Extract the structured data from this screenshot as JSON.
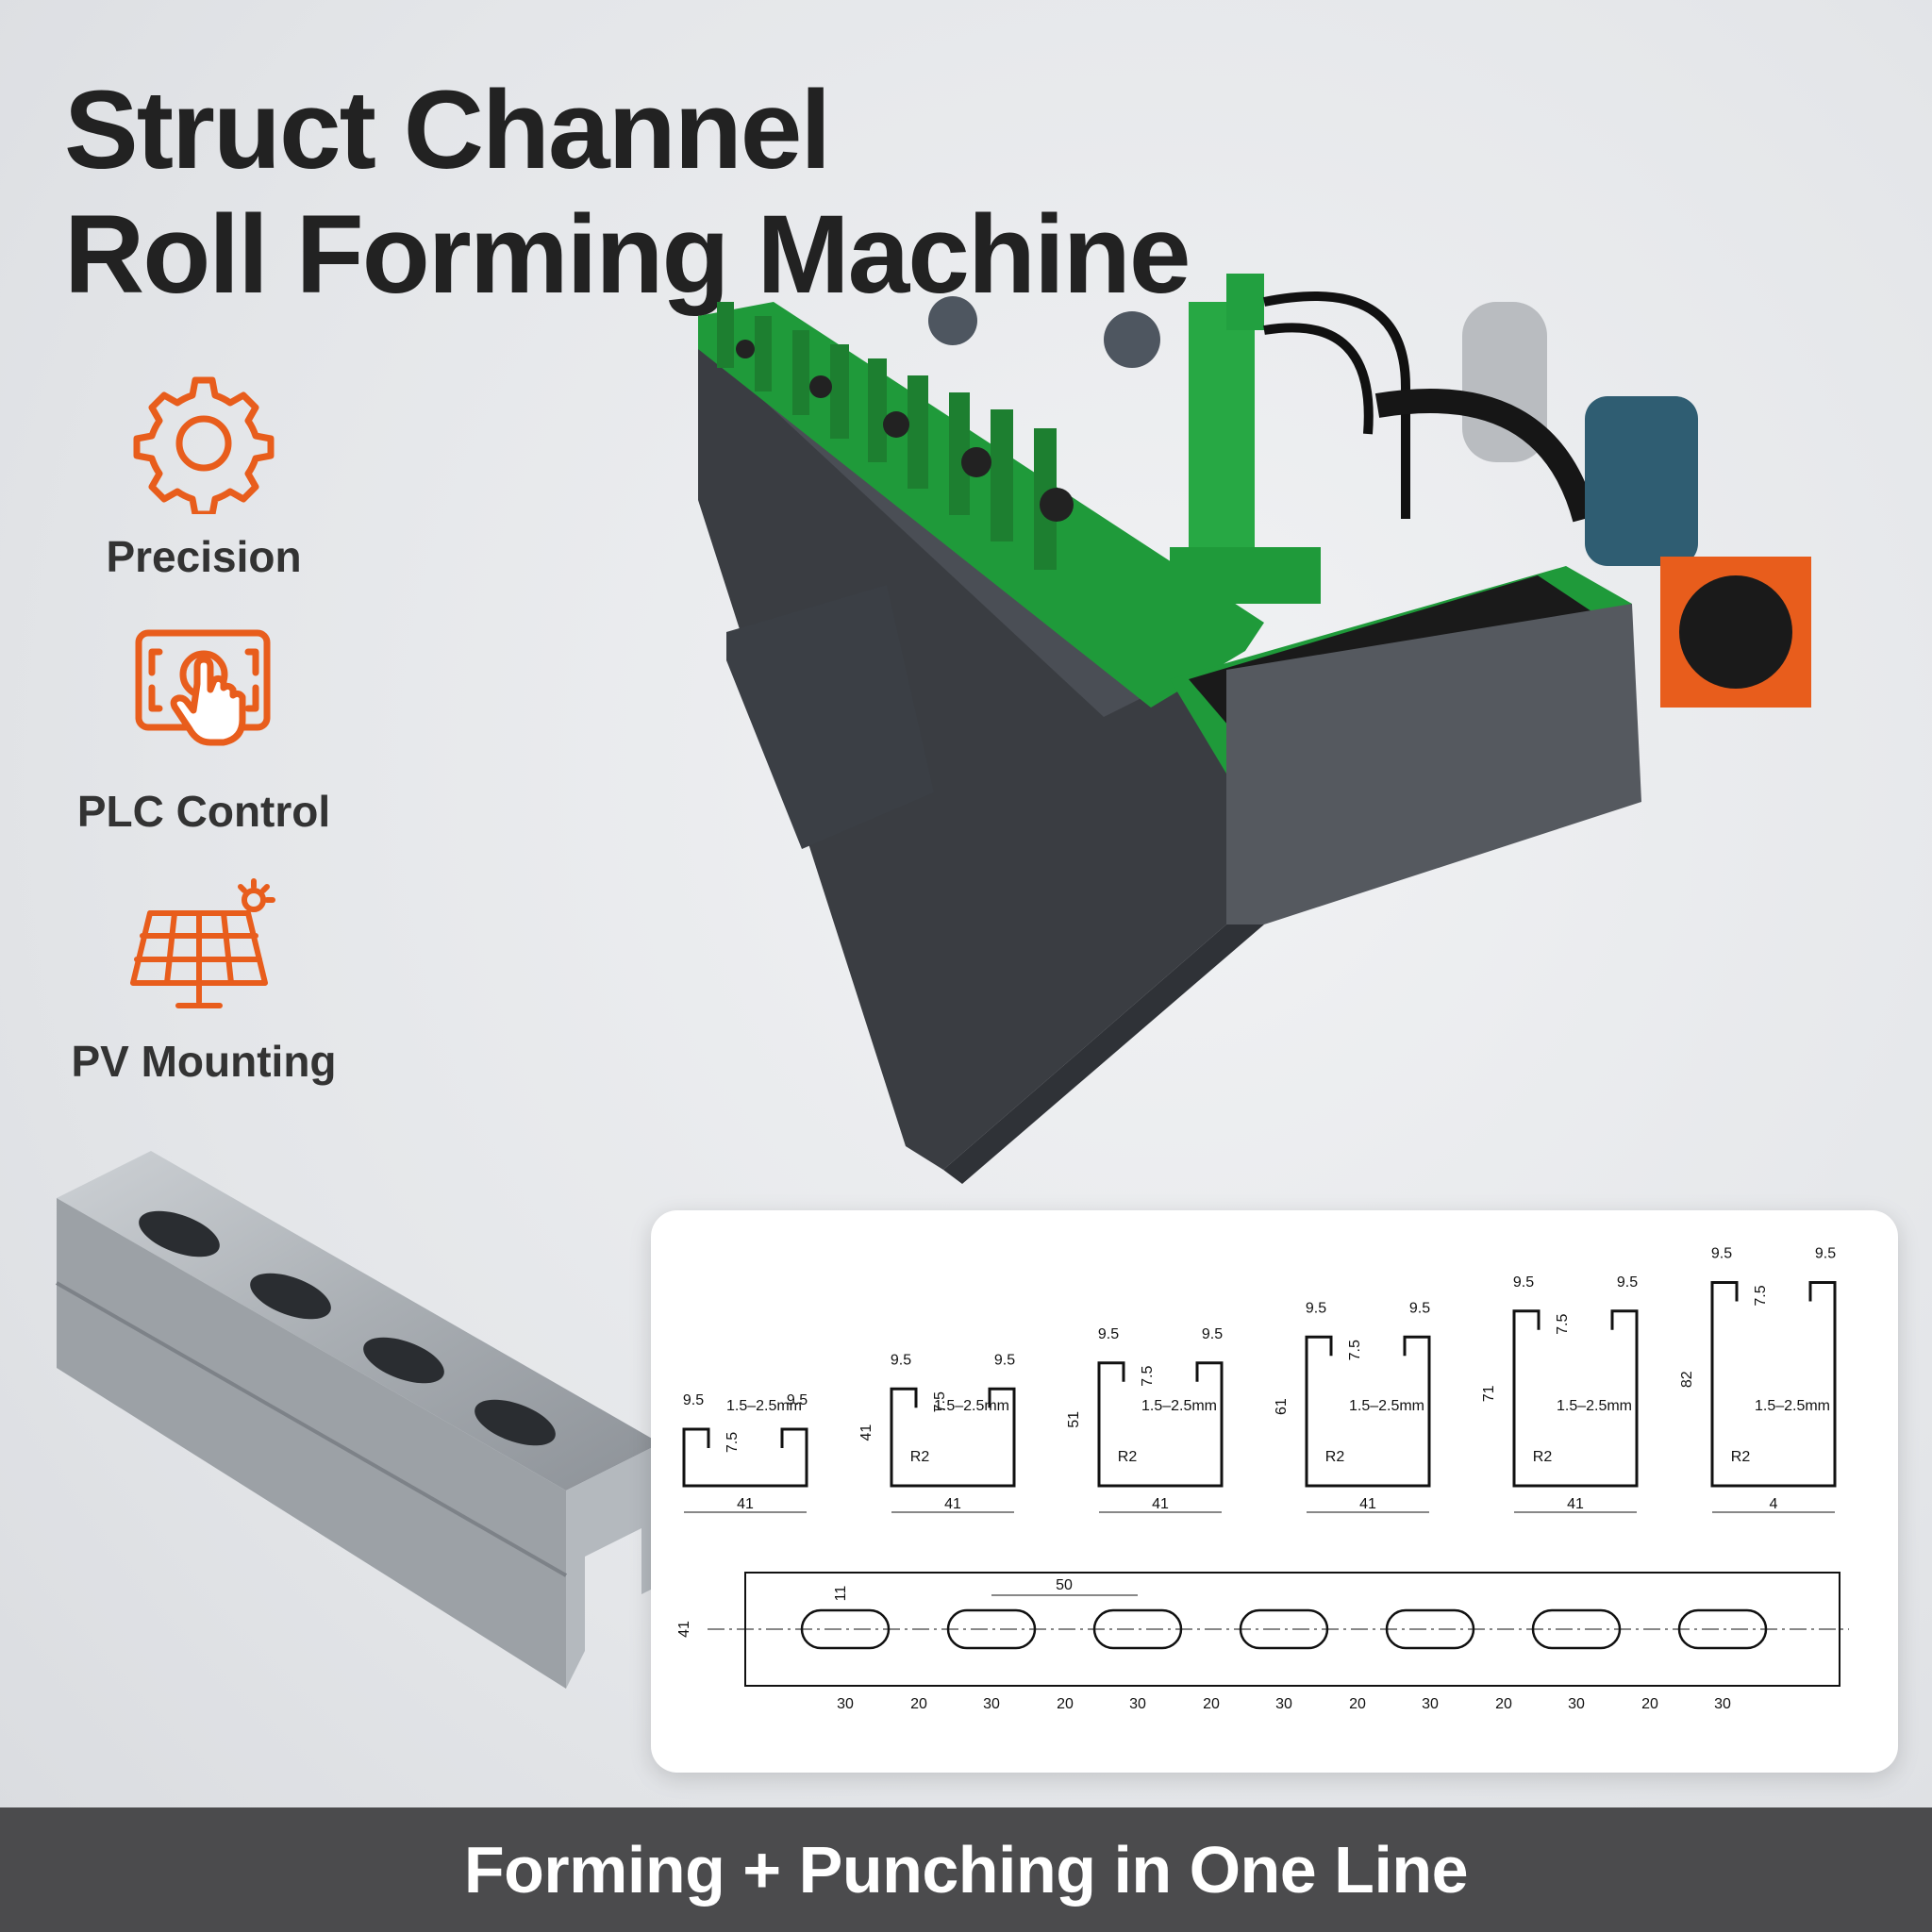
{
  "title": {
    "line1": "Struct Channel",
    "line2": "Roll Forming Machine"
  },
  "features": [
    {
      "label": "Precision",
      "icon": "gear-icon"
    },
    {
      "label": "PLC Control",
      "icon": "touch-screen-icon"
    },
    {
      "label": "PV Mounting",
      "icon": "solar-panel-icon"
    }
  ],
  "colors": {
    "accent": "#e85d1c",
    "machine_green": "#1f9a3a",
    "banner": "#4b4b4d"
  },
  "drawing": {
    "profiles": [
      {
        "width": "41",
        "height": "",
        "lip": "9.5",
        "lip_depth": "7.5",
        "thickness": "1.5–2.5mm",
        "radius": ""
      },
      {
        "width": "41",
        "height": "41",
        "lip": "9.5",
        "lip_depth": "7.5",
        "thickness": "1.5–2.5mm",
        "radius": "R2"
      },
      {
        "width": "41",
        "height": "51",
        "lip": "9.5",
        "lip_depth": "7.5",
        "thickness": "1.5–2.5mm",
        "radius": "R2"
      },
      {
        "width": "41",
        "height": "61",
        "lip": "9.5",
        "lip_depth": "7.5",
        "thickness": "1.5–2.5mm",
        "radius": "R2"
      },
      {
        "width": "41",
        "height": "71",
        "lip": "9.5",
        "lip_depth": "7.5",
        "thickness": "1.5–2.5mm",
        "radius": "R2"
      },
      {
        "width": "4",
        "height": "82",
        "lip": "9.5",
        "lip_depth": "7.5",
        "thickness": "1.5–2.5mm",
        "radius": "R2"
      }
    ],
    "punch": {
      "height": "41",
      "slot_height": "11",
      "pitch": "50",
      "slot_len": "30",
      "gap": "20"
    }
  },
  "banner": "Forming + Punching in One Line"
}
